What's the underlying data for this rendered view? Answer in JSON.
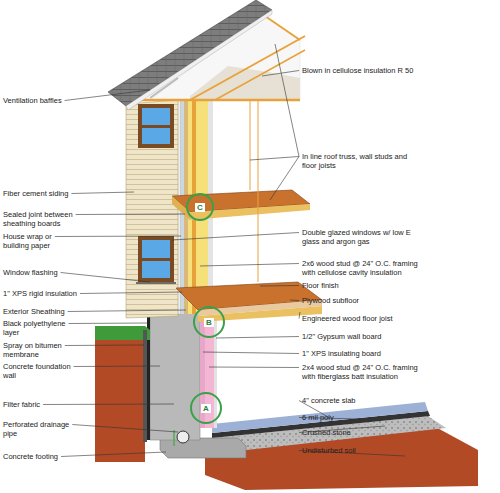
{
  "diagram": {
    "nodes": [
      {
        "text": [
          "C"
        ]
      },
      {
        "text": [
          "B"
        ]
      },
      {
        "text": [
          "A"
        ]
      }
    ],
    "labels": [
      "Ventilation baffles",
      "Fiber cement siding",
      "Sealed joint between sheathing boards",
      "House wrap or building paper",
      "Window flashing",
      "1\" XPS rigid insulation",
      "Exterior Sheathing",
      "Black polyethylene layer",
      "Spray on bitumen membrane",
      "Concrete foundation wall",
      "Filter fabric",
      "Perforated drainage pipe",
      "Concrete footing",
      "Blown in cellulose insulation R 50",
      "In line roof truss, wall studs and floor joists",
      "Double glazed windows w/ low E glass and argon gas",
      "2x6 wood stud @ 24\" O.C. framing with cellulose cavity insulation",
      "Floor finish",
      "Plywood subfloor",
      "Engineered wood floor joist",
      "1/2\" Gypsum wall board",
      "1\" XPS insulating board",
      "2x4 wood stud @ 24\" O.C. framing with fiberglass batt insulation",
      "4\" concrete slab",
      "6 mil poly",
      "Crushed stone",
      "Undisturbed soil"
    ]
  }
}
